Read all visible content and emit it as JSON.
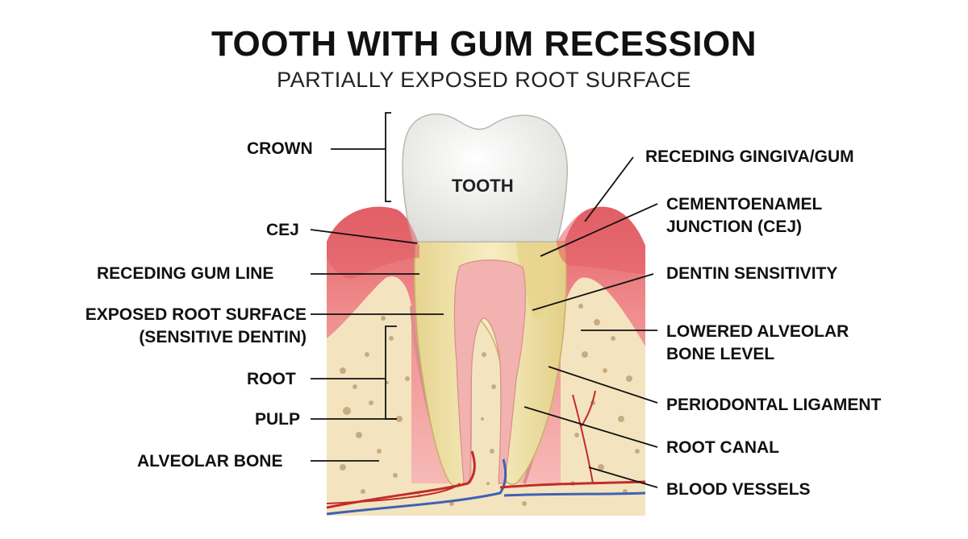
{
  "header": {
    "title": "TOOTH WITH GUM RECESSION",
    "subtitle": "PARTIALLY EXPOSED ROOT SURFACE"
  },
  "labels": {
    "tooth": "TOOTH",
    "left": {
      "crown": "CROWN",
      "cej": "CEJ",
      "receding_gum_line": "RECEDING GUM LINE",
      "exposed_root_line1": "EXPOSED ROOT SURFACE",
      "exposed_root_line2": "(SENSITIVE DENTIN)",
      "root": "ROOT",
      "pulp": "PULP",
      "alveolar_bone": "ALVEOLAR BONE"
    },
    "right": {
      "receding_gingiva": "RECEDING GINGIVA/GUM",
      "cej_line1": "CEMENTOENAMEL",
      "cej_line2": "JUNCTION (CEJ)",
      "dentin_sensitivity": "DENTIN SENSITIVITY",
      "lowered_bone_line1": "LOWERED ALVEOLAR",
      "lowered_bone_line2": "BONE LEVEL",
      "periodontal_ligament": "PERIODONTAL LIGAMENT",
      "root_canal": "ROOT CANAL",
      "blood_vessels": "BLOOD VESSELS"
    }
  },
  "colors": {
    "gum": "#e8767a",
    "gum_light": "#f4b5b2",
    "bone": "#f3e4bf",
    "bone_pore": "#b99a6b",
    "dentin": "#efe2a8",
    "enamel": "#f7f7f5",
    "pulp": "#f2b2b0",
    "vessel_red": "#c22b2b",
    "vessel_blue": "#3f61b5",
    "leader": "#111111"
  }
}
